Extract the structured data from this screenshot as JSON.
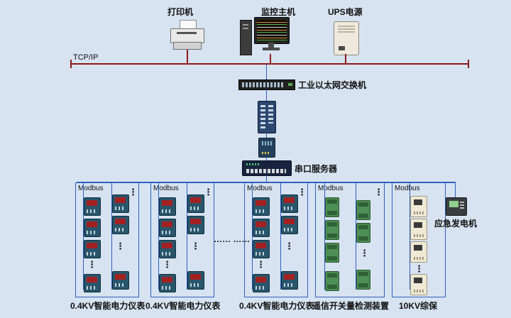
{
  "colors": {
    "background": "#d7e3f1",
    "tcp_bus": "#8b1a1a",
    "network_line": "#2f5fc0"
  },
  "top": {
    "printer_label": "打印机",
    "host_label": "监控主机",
    "ups_label": "UPS电源"
  },
  "tcp_bus_label": "TCP/IP",
  "backbone": {
    "ethernet_switch_label": "工业以太网交换机",
    "serial_server_label": "串口服务器"
  },
  "groups": [
    {
      "bus_label": "Modbus",
      "device_label": "0.4KV智能电力仪表"
    },
    {
      "bus_label": "Modbus",
      "device_label": "0.4KV智能电力仪表"
    },
    {
      "bus_label": "Modbus",
      "device_label": "0.4KV智能电力仪表"
    },
    {
      "bus_label": "Modbus",
      "device_label": "遥信开关量检测装置"
    },
    {
      "bus_label": "Modbus",
      "device_label": "10KV综保"
    }
  ],
  "generator": {
    "label": "应急发电机"
  },
  "ellipsis": {
    "horizontal": "…… ……",
    "vertical": "⋮"
  }
}
